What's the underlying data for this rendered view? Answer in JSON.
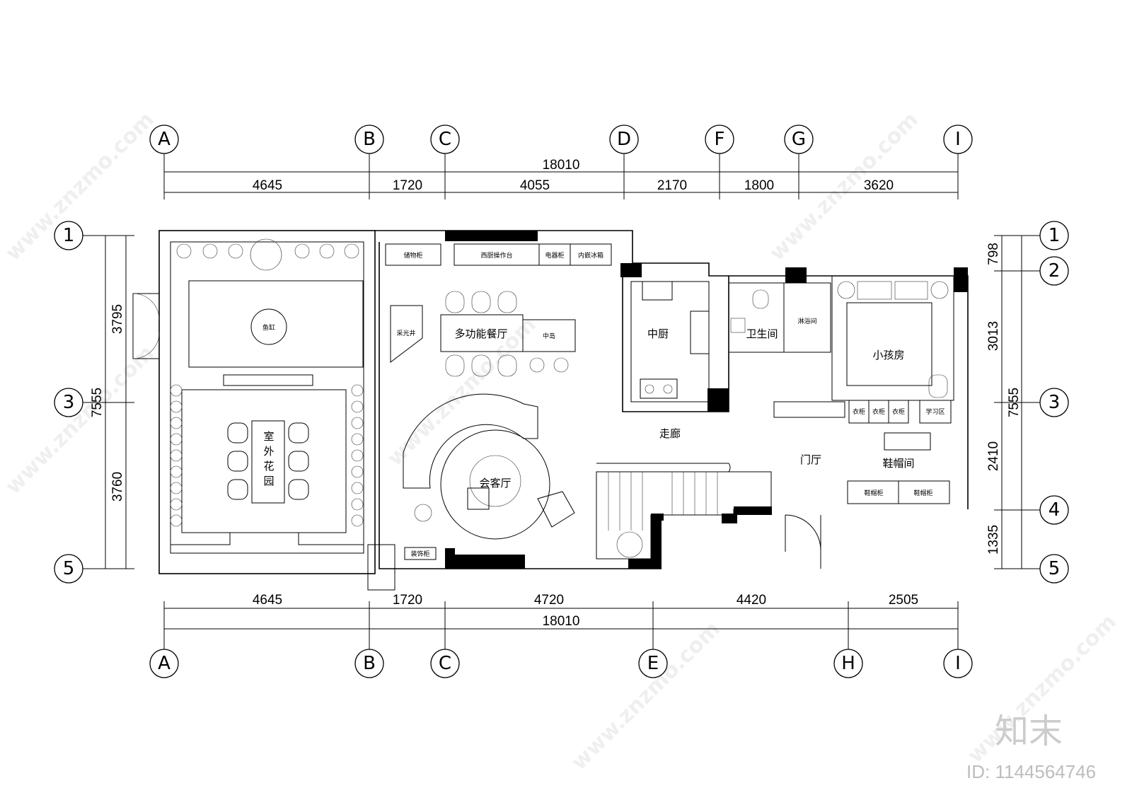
{
  "grid_top": [
    "A",
    "B",
    "C",
    "D",
    "F",
    "G",
    "I"
  ],
  "grid_bottom": [
    "A",
    "B",
    "C",
    "E",
    "H",
    "I"
  ],
  "grid_left": [
    "1",
    "3",
    "5"
  ],
  "grid_right": [
    "1",
    "2",
    "3",
    "4",
    "5"
  ],
  "dims_top": {
    "total": "18010",
    "segments": [
      "4645",
      "1720",
      "4055",
      "2170",
      "1800",
      "3620"
    ]
  },
  "dims_bottom": {
    "total": "18010",
    "segments": [
      "4645",
      "1720",
      "4720",
      "4420",
      "2505"
    ]
  },
  "dims_left": {
    "total": "7555",
    "segments": [
      "3795",
      "3760"
    ]
  },
  "dims_right": {
    "total": "7555",
    "segments": [
      "798",
      "3013",
      "2410",
      "1335"
    ]
  },
  "rooms": {
    "garden": "室外花园",
    "fish_tank": "鱼缸",
    "skylight": "采光井",
    "dining": "多功能餐厅",
    "island": "中岛",
    "living": "会客厅",
    "kitchen": "中厨",
    "bathroom": "卫生间",
    "shower": "淋浴间",
    "kids_room": "小孩房",
    "corridor": "走廊",
    "foyer": "门厅",
    "shoe_room": "鞋帽间"
  },
  "furniture": {
    "storage": "储物柜",
    "western_counter": "西厨操作台",
    "appliance": "电器柜",
    "fridge": "内嵌冰箱",
    "wardrobe": "衣柜",
    "study": "学习区",
    "shoe_cabinet": "鞋帽柜",
    "deco_cabinet": "装饰柜"
  },
  "watermark": {
    "site": "www.znzmo.com",
    "brand": "知末网",
    "logo": "知末",
    "id": "ID: 1144564746"
  }
}
